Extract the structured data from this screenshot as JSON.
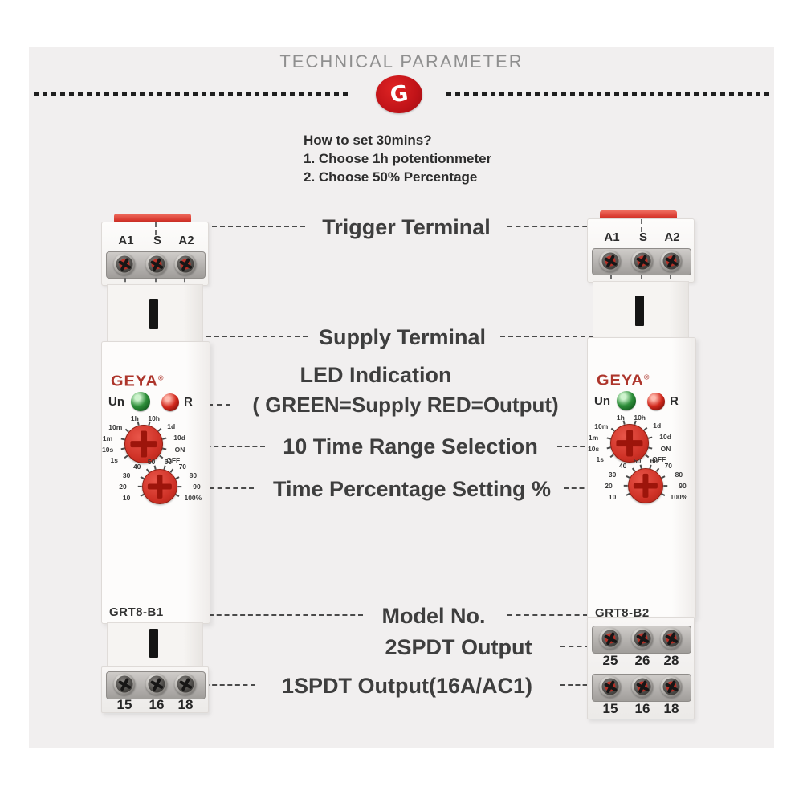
{
  "header": {
    "title": "TECHNICAL PARAMETER",
    "badge_glyph": "G"
  },
  "howto": {
    "title": "How to set 30mins?",
    "step1": "1. Choose 1h potentionmeter",
    "step2": "2. Choose 50% Percentage"
  },
  "annotations": {
    "trigger": "Trigger Terminal",
    "supply": "Supply Terminal",
    "led1": "LED Indication",
    "led2": "( GREEN=Supply  RED=Output)",
    "time_range": "10 Time Range Selection",
    "time_percent": "Time Percentage Setting %",
    "model": "Model No.",
    "spdt2": "2SPDT Output",
    "spdt1": "1SPDT Output(16A/AC1)"
  },
  "device_common": {
    "brand": "GEYA",
    "reg": "®",
    "un_label": "Un",
    "r_label": "R",
    "top_terminals": [
      "A1",
      "S",
      "A2"
    ],
    "time_dial_labels": [
      "10m",
      "1h",
      "10h",
      "1d",
      "1m",
      "10d",
      "10s",
      "ON",
      "1s",
      "OFF"
    ],
    "percent_dial_labels": [
      "40",
      "50",
      "60",
      "70",
      "30",
      "80",
      "20",
      "90",
      "10",
      "100%"
    ]
  },
  "device_left": {
    "model": "GRT8-B1",
    "bottom_terminals": [
      "15",
      "16",
      "18"
    ]
  },
  "device_right": {
    "model": "GRT8-B2",
    "output_terminals": [
      "25",
      "26",
      "28"
    ],
    "bottom_terminals": [
      "15",
      "16",
      "18"
    ]
  },
  "colors": {
    "panel_bg": "#f1efef",
    "accent_red": "#c01318",
    "cap_red": "#d93a30",
    "dial_red": "#cf3227",
    "led_green": "#2e8f3a",
    "led_red": "#d2281c",
    "label_text": "#3e3e3e"
  }
}
